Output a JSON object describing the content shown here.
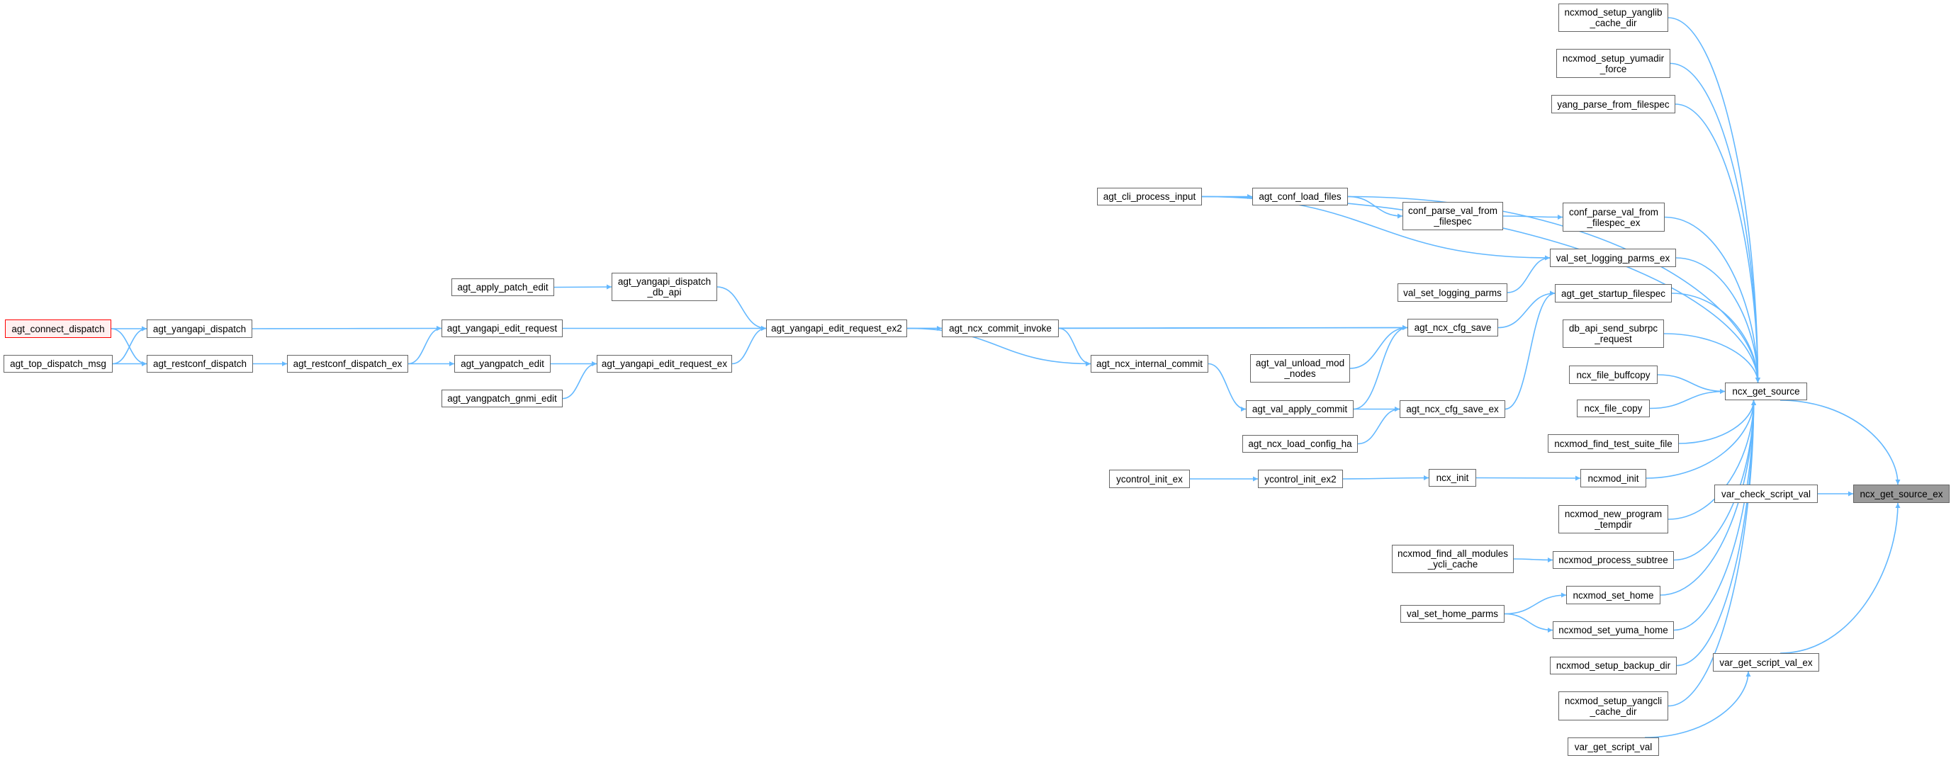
{
  "colors": {
    "edge": "#63b8ff",
    "node_border": "#666666",
    "focus_fill": "#999999",
    "root_border": "#ff0000",
    "root_fill": "#fff0f0"
  },
  "nodes": [
    {
      "id": "agt_connect_dispatch",
      "lines": [
        "agt_connect_dispatch"
      ],
      "kind": "root"
    },
    {
      "id": "agt_top_dispatch_msg",
      "lines": [
        "agt_top_dispatch_msg"
      ]
    },
    {
      "id": "agt_yangapi_dispatch",
      "lines": [
        "agt_yangapi_dispatch"
      ]
    },
    {
      "id": "agt_restconf_dispatch",
      "lines": [
        "agt_restconf_dispatch"
      ]
    },
    {
      "id": "agt_restconf_dispatch_ex",
      "lines": [
        "agt_restconf_dispatch_ex"
      ]
    },
    {
      "id": "agt_apply_patch_edit",
      "lines": [
        "agt_apply_patch_edit"
      ]
    },
    {
      "id": "agt_yangapi_edit_request",
      "lines": [
        "agt_yangapi_edit_request"
      ]
    },
    {
      "id": "agt_yangpatch_edit",
      "lines": [
        "agt_yangpatch_edit"
      ]
    },
    {
      "id": "agt_yangpatch_gnmi_edit",
      "lines": [
        "agt_yangpatch_gnmi_edit"
      ]
    },
    {
      "id": "agt_yangapi_dispatch_db_api",
      "lines": [
        "agt_yangapi_dispatch",
        "_db_api"
      ]
    },
    {
      "id": "agt_yangapi_edit_request_ex2",
      "lines": [
        "agt_yangapi_edit_request_ex2"
      ]
    },
    {
      "id": "agt_yangapi_edit_request_ex",
      "lines": [
        "agt_yangapi_edit_request_ex"
      ]
    },
    {
      "id": "agt_ncx_commit_invoke",
      "lines": [
        "agt_ncx_commit_invoke"
      ]
    },
    {
      "id": "agt_cli_process_input",
      "lines": [
        "agt_cli_process_input"
      ]
    },
    {
      "id": "agt_conf_load_files",
      "lines": [
        "agt_conf_load_files"
      ]
    },
    {
      "id": "agt_ncx_internal_commit",
      "lines": [
        "agt_ncx_internal_commit"
      ]
    },
    {
      "id": "agt_val_unload_mod_nodes",
      "lines": [
        "agt_val_unload_mod",
        "_nodes"
      ]
    },
    {
      "id": "agt_val_apply_commit",
      "lines": [
        "agt_val_apply_commit"
      ]
    },
    {
      "id": "agt_ncx_load_config_ha",
      "lines": [
        "agt_ncx_load_config_ha"
      ]
    },
    {
      "id": "ycontrol_init_ex",
      "lines": [
        "ycontrol_init_ex"
      ]
    },
    {
      "id": "ycontrol_init_ex2",
      "lines": [
        "ycontrol_init_ex2"
      ]
    },
    {
      "id": "conf_parse_val_from_filespec",
      "lines": [
        "conf_parse_val_from",
        "_filespec"
      ]
    },
    {
      "id": "val_set_logging_parms",
      "lines": [
        "val_set_logging_parms"
      ]
    },
    {
      "id": "agt_ncx_cfg_save",
      "lines": [
        "agt_ncx_cfg_save"
      ]
    },
    {
      "id": "agt_ncx_cfg_save_ex",
      "lines": [
        "agt_ncx_cfg_save_ex"
      ]
    },
    {
      "id": "ncx_init",
      "lines": [
        "ncx_init"
      ]
    },
    {
      "id": "ncxmod_find_all_modules_ycli_cache",
      "lines": [
        "ncxmod_find_all_modules",
        "_ycli_cache"
      ]
    },
    {
      "id": "val_set_home_parms",
      "lines": [
        "val_set_home_parms"
      ]
    },
    {
      "id": "ncxmod_setup_yanglib_cache_dir",
      "lines": [
        "ncxmod_setup_yanglib",
        "_cache_dir"
      ]
    },
    {
      "id": "ncxmod_setup_yumadir_force",
      "lines": [
        "ncxmod_setup_yumadir",
        "_force"
      ]
    },
    {
      "id": "yang_parse_from_filespec",
      "lines": [
        "yang_parse_from_filespec"
      ]
    },
    {
      "id": "conf_parse_val_from_filespec_ex",
      "lines": [
        "conf_parse_val_from",
        "_filespec_ex"
      ]
    },
    {
      "id": "val_set_logging_parms_ex",
      "lines": [
        "val_set_logging_parms_ex"
      ]
    },
    {
      "id": "agt_get_startup_filespec",
      "lines": [
        "agt_get_startup_filespec"
      ]
    },
    {
      "id": "db_api_send_subrpc_request",
      "lines": [
        "db_api_send_subrpc",
        "_request"
      ]
    },
    {
      "id": "ncx_file_buffcopy",
      "lines": [
        "ncx_file_buffcopy"
      ]
    },
    {
      "id": "ncx_file_copy",
      "lines": [
        "ncx_file_copy"
      ]
    },
    {
      "id": "ncxmod_find_test_suite_file",
      "lines": [
        "ncxmod_find_test_suite_file"
      ]
    },
    {
      "id": "ncxmod_init",
      "lines": [
        "ncxmod_init"
      ]
    },
    {
      "id": "ncxmod_new_program_tempdir",
      "lines": [
        "ncxmod_new_program",
        "_tempdir"
      ]
    },
    {
      "id": "ncxmod_process_subtree",
      "lines": [
        "ncxmod_process_subtree"
      ]
    },
    {
      "id": "ncxmod_set_home",
      "lines": [
        "ncxmod_set_home"
      ]
    },
    {
      "id": "ncxmod_set_yuma_home",
      "lines": [
        "ncxmod_set_yuma_home"
      ]
    },
    {
      "id": "ncxmod_setup_backup_dir",
      "lines": [
        "ncxmod_setup_backup_dir"
      ]
    },
    {
      "id": "ncxmod_setup_yangcli_cache_dir",
      "lines": [
        "ncxmod_setup_yangcli",
        "_cache_dir"
      ]
    },
    {
      "id": "var_get_script_val",
      "lines": [
        "var_get_script_val"
      ]
    },
    {
      "id": "ncx_get_source",
      "lines": [
        "ncx_get_source"
      ]
    },
    {
      "id": "var_check_script_val",
      "lines": [
        "var_check_script_val"
      ]
    },
    {
      "id": "var_get_script_val_ex",
      "lines": [
        "var_get_script_val_ex"
      ]
    },
    {
      "id": "ncx_get_source_ex",
      "lines": [
        "ncx_get_source_ex"
      ],
      "kind": "focus"
    }
  ],
  "edges": [
    [
      "ncxmod_setup_yanglib_cache_dir",
      "ncx_get_source"
    ],
    [
      "ncxmod_setup_yumadir_force",
      "ncx_get_source"
    ],
    [
      "yang_parse_from_filespec",
      "ncx_get_source"
    ],
    [
      "agt_cli_process_input",
      "ncx_get_source"
    ],
    [
      "agt_conf_load_files",
      "ncx_get_source"
    ],
    [
      "conf_parse_val_from_filespec_ex",
      "ncx_get_source"
    ],
    [
      "val_set_logging_parms_ex",
      "ncx_get_source"
    ],
    [
      "agt_get_startup_filespec",
      "ncx_get_source"
    ],
    [
      "db_api_send_subrpc_request",
      "ncx_get_source"
    ],
    [
      "ncx_file_buffcopy",
      "ncx_get_source"
    ],
    [
      "ncx_file_copy",
      "ncx_get_source"
    ],
    [
      "ncxmod_find_test_suite_file",
      "ncx_get_source"
    ],
    [
      "ncxmod_init",
      "ncx_get_source"
    ],
    [
      "ncxmod_new_program_tempdir",
      "ncx_get_source"
    ],
    [
      "ncxmod_process_subtree",
      "ncx_get_source"
    ],
    [
      "ncxmod_set_home",
      "ncx_get_source"
    ],
    [
      "ncxmod_set_yuma_home",
      "ncx_get_source"
    ],
    [
      "ncxmod_setup_backup_dir",
      "ncx_get_source"
    ],
    [
      "ncxmod_setup_yangcli_cache_dir",
      "ncx_get_source"
    ],
    [
      "ncx_get_source",
      "ncx_get_source_ex"
    ],
    [
      "var_check_script_val",
      "ncx_get_source_ex"
    ],
    [
      "var_get_script_val_ex",
      "ncx_get_source_ex"
    ],
    [
      "var_get_script_val",
      "var_get_script_val_ex"
    ],
    [
      "agt_cli_process_input",
      "agt_conf_load_files"
    ],
    [
      "agt_cli_process_input",
      "val_set_logging_parms_ex"
    ],
    [
      "agt_conf_load_files",
      "conf_parse_val_from_filespec"
    ],
    [
      "conf_parse_val_from_filespec",
      "conf_parse_val_from_filespec_ex"
    ],
    [
      "val_set_logging_parms",
      "val_set_logging_parms_ex"
    ],
    [
      "agt_ncx_cfg_save",
      "agt_get_startup_filespec"
    ],
    [
      "agt_ncx_cfg_save_ex",
      "agt_get_startup_filespec"
    ],
    [
      "agt_yangapi_edit_request_ex2",
      "agt_ncx_cfg_save"
    ],
    [
      "agt_ncx_commit_invoke",
      "agt_ncx_cfg_save"
    ],
    [
      "agt_val_unload_mod_nodes",
      "agt_ncx_cfg_save"
    ],
    [
      "agt_val_apply_commit",
      "agt_ncx_cfg_save"
    ],
    [
      "agt_val_apply_commit",
      "agt_ncx_cfg_save_ex"
    ],
    [
      "agt_ncx_load_config_ha",
      "agt_ncx_cfg_save_ex"
    ],
    [
      "agt_ncx_internal_commit",
      "agt_val_apply_commit"
    ],
    [
      "agt_yangapi_edit_request_ex2",
      "agt_ncx_commit_invoke"
    ],
    [
      "agt_yangapi_edit_request_ex2",
      "agt_ncx_internal_commit"
    ],
    [
      "agt_ncx_commit_invoke",
      "agt_ncx_internal_commit"
    ],
    [
      "ycontrol_init_ex",
      "ycontrol_init_ex2"
    ],
    [
      "ycontrol_init_ex2",
      "ncx_init"
    ],
    [
      "ncx_init",
      "ncxmod_init"
    ],
    [
      "ncxmod_find_all_modules_ycli_cache",
      "ncxmod_process_subtree"
    ],
    [
      "val_set_home_parms",
      "ncxmod_set_home"
    ],
    [
      "val_set_home_parms",
      "ncxmod_set_yuma_home"
    ],
    [
      "agt_apply_patch_edit",
      "agt_yangapi_dispatch_db_api"
    ],
    [
      "agt_yangapi_dispatch_db_api",
      "agt_yangapi_edit_request_ex2"
    ],
    [
      "agt_yangapi_edit_request",
      "agt_yangapi_edit_request_ex2"
    ],
    [
      "agt_yangapi_edit_request_ex",
      "agt_yangapi_edit_request_ex2"
    ],
    [
      "agt_yangpatch_edit",
      "agt_yangapi_edit_request_ex"
    ],
    [
      "agt_yangpatch_gnmi_edit",
      "agt_yangapi_edit_request_ex"
    ],
    [
      "agt_restconf_dispatch_ex",
      "agt_yangapi_edit_request"
    ],
    [
      "agt_restconf_dispatch_ex",
      "agt_yangpatch_edit"
    ],
    [
      "agt_yangapi_dispatch",
      "agt_yangapi_edit_request"
    ],
    [
      "agt_restconf_dispatch",
      "agt_restconf_dispatch_ex"
    ],
    [
      "agt_connect_dispatch",
      "agt_yangapi_dispatch"
    ],
    [
      "agt_connect_dispatch",
      "agt_restconf_dispatch"
    ],
    [
      "agt_top_dispatch_msg",
      "agt_yangapi_dispatch"
    ],
    [
      "agt_top_dispatch_msg",
      "agt_restconf_dispatch"
    ]
  ]
}
